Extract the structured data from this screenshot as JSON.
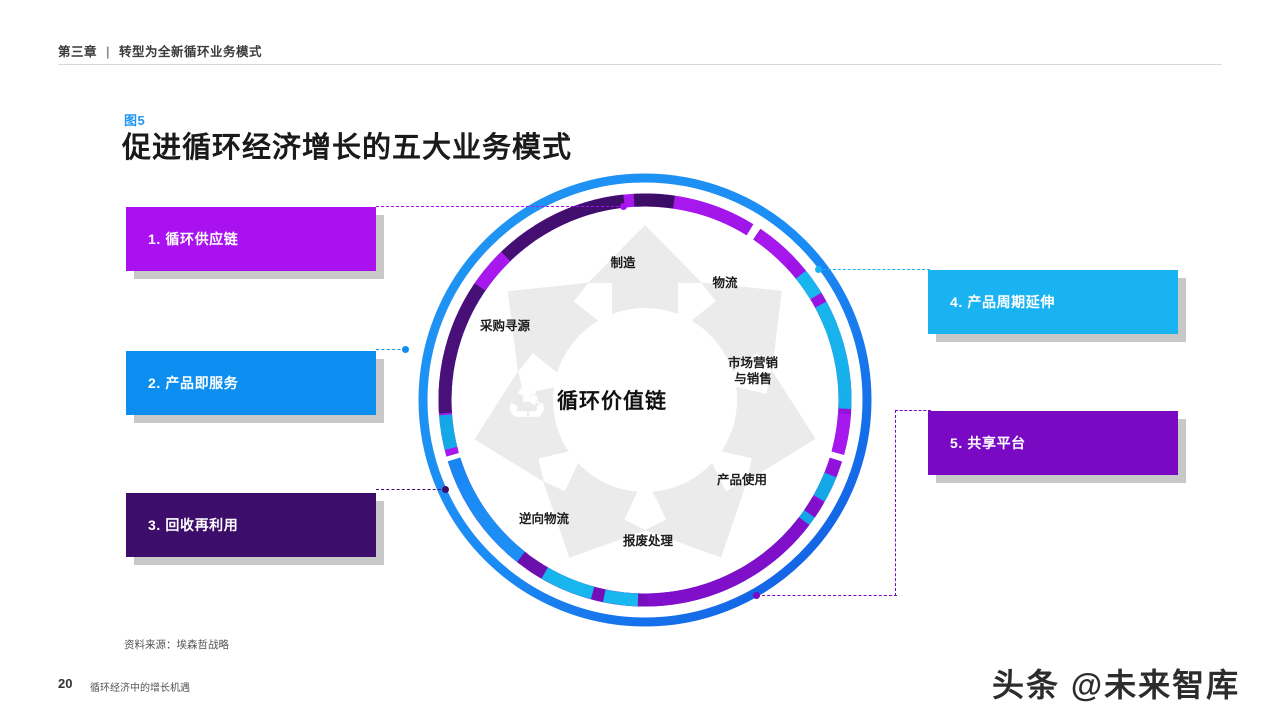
{
  "header": {
    "chapter": "第三章",
    "separator": "|",
    "chapter_title": "转型为全新循环业务模式"
  },
  "figure": {
    "label": "图5",
    "title": "促进循环经济增长的五大业务模式",
    "label_color": "#2196f3"
  },
  "wheel": {
    "center_label": "循环价值链",
    "nodes": [
      {
        "id": "manufacturing",
        "label": "制造"
      },
      {
        "id": "logistics",
        "label": "物流"
      },
      {
        "id": "marketing-sales",
        "label": "市场营销\n与销售"
      },
      {
        "id": "product-use",
        "label": "产品使用"
      },
      {
        "id": "disposal",
        "label": "报废处理"
      },
      {
        "id": "reverse-logistics",
        "label": "逆向物流"
      },
      {
        "id": "sourcing",
        "label": "采购寻源"
      }
    ],
    "recycle_icon": "recycle-icon",
    "ring_colors": {
      "outer_blue_start": "#1b8cf5",
      "outer_blue_end": "#1264e8",
      "magenta": "#a911f0",
      "purple": "#7a09c4",
      "dark_purple": "#3d0d6b",
      "cyan": "#19b8ef",
      "blue": "#0b8ef0"
    }
  },
  "boxes": [
    {
      "id": "box1",
      "label": "1. 循环供应链",
      "color": "#a911f0"
    },
    {
      "id": "box2",
      "label": "2. 产品即服务",
      "color": "#0b8ef0"
    },
    {
      "id": "box3",
      "label": "3. 回收再利用",
      "color": "#3d0d6b"
    },
    {
      "id": "box4",
      "label": "4. 产品周期延伸",
      "color": "#18b3f0"
    },
    {
      "id": "box5",
      "label": "5. 共享平台",
      "color": "#7a09c4"
    }
  ],
  "footer": {
    "source": "资料来源：埃森哲战略",
    "page_number": "20",
    "document_title": "循环经济中的增长机遇",
    "watermark": "头条 @未来智库"
  }
}
